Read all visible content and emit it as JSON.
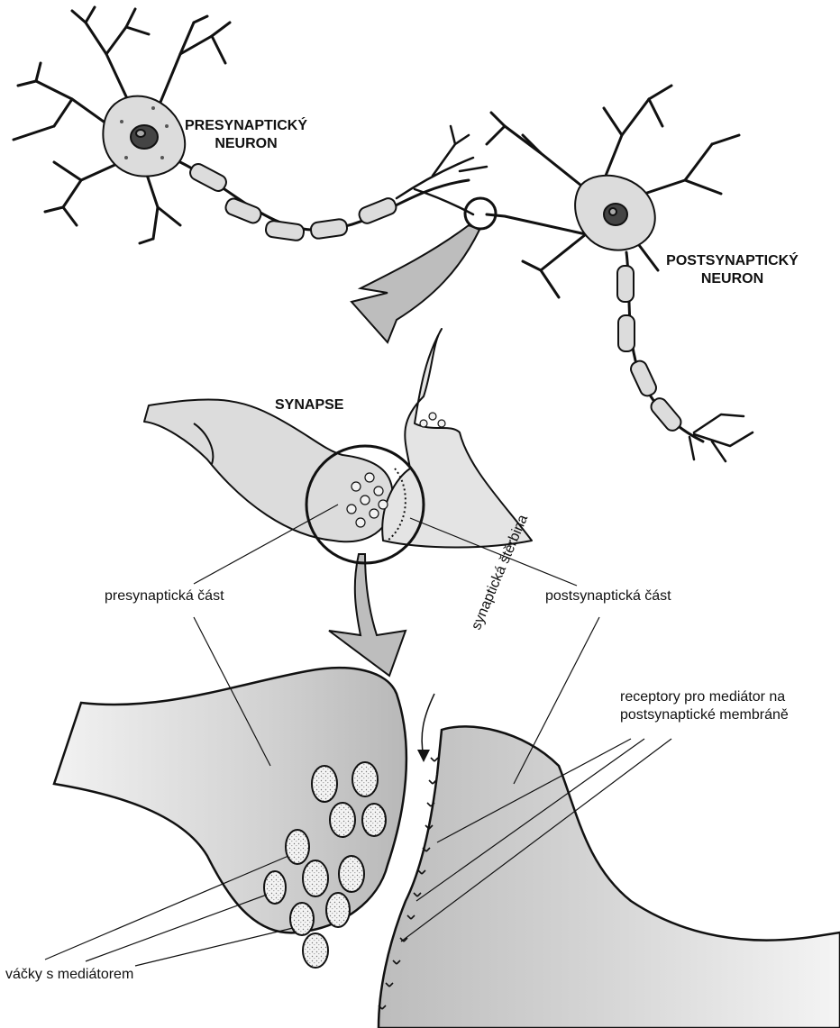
{
  "labels": {
    "presynaptic_neuron": "PRESYNAPTICKÝ NEURON",
    "postsynaptic_neuron": "POSTSYNAPTICKÝ NEURON",
    "synapse": "SYNAPSE",
    "presynaptic_part": "presynaptická část",
    "postsynaptic_part": "postsynaptická část",
    "synaptic_cleft": "synaptická štěrbina",
    "receptors": "receptory pro mediátor na postsynaptické membráně",
    "vesicles": "váčky s mediátorem"
  },
  "colors": {
    "ink": "#111111",
    "cell_fill": "#dcdcdc",
    "arrow_fill": "#bdbdbd",
    "vesicle_fill": "#f2f2f2"
  }
}
